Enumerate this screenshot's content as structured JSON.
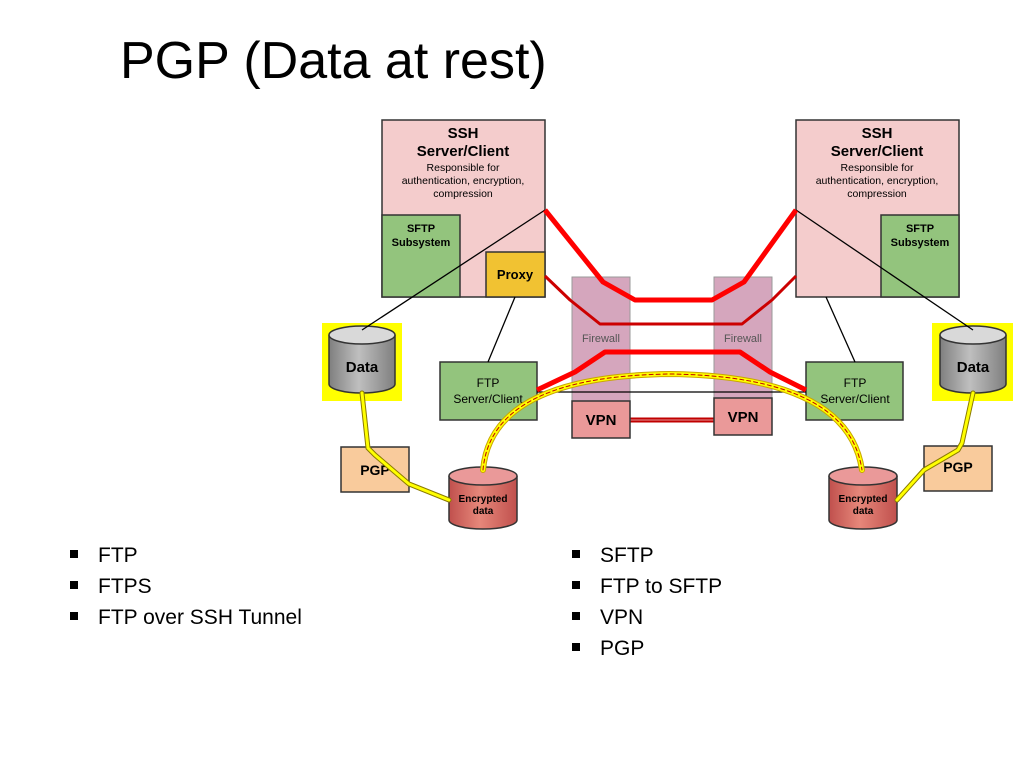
{
  "slide": {
    "title": "PGP (Data at rest)"
  },
  "diagram": {
    "ssh_box": {
      "title_line1": "SSH",
      "title_line2": "Server/Client",
      "desc_line1": "Responsible for",
      "desc_line2": "authentication, encryption,",
      "desc_line3": "compression"
    },
    "sftp_line1": "SFTP",
    "sftp_line2": "Subsystem",
    "proxy_label": "Proxy",
    "firewall_label": "Firewall",
    "vpn_label": "VPN",
    "ftp_line1": "FTP",
    "ftp_line2": "Server/Client",
    "data_label": "Data",
    "pgp_label": "PGP",
    "encrypted_line1": "Encrypted",
    "encrypted_line2": "data",
    "colors": {
      "ssh_fill": "#f4cccc",
      "sftp_fill": "#93c47d",
      "proxy_fill": "#f1c232",
      "firewall_fill": "#d5a6bd",
      "vpn_fill": "#ea9999",
      "ftp_fill": "#93c47d",
      "data_highlight": "#ffff00",
      "data_cylinder": "#a6a6a6",
      "pgp_fill": "#f9cb9c",
      "encrypted_fill": "#e06666",
      "tunnel_red": "#ff0000",
      "pgp_path": "#ffff00"
    }
  },
  "bullets_left": [
    "FTP",
    "FTPS",
    "FTP over SSH Tunnel"
  ],
  "bullets_right": [
    "SFTP",
    "FTP to SFTP",
    "VPN",
    "PGP"
  ]
}
